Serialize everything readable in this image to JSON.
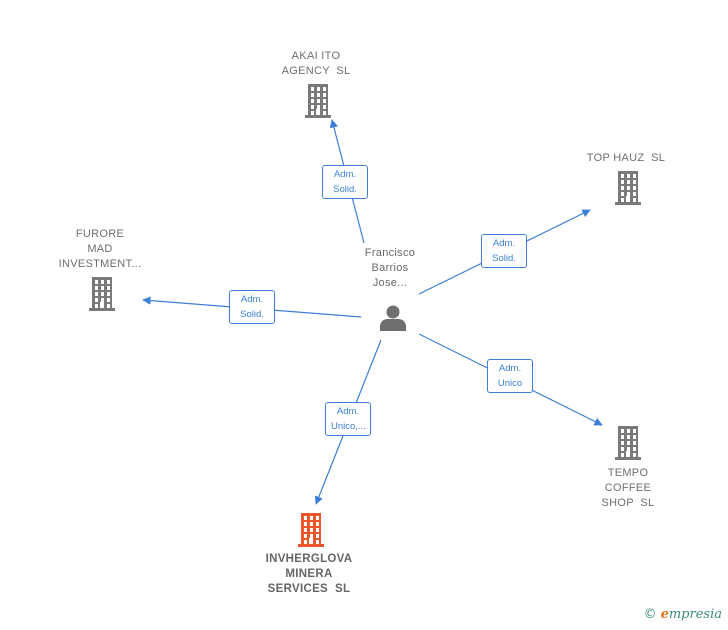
{
  "center": {
    "label_lines": [
      "Francisco",
      "Barrios",
      "Jose..."
    ],
    "icon": "person-icon"
  },
  "nodes": [
    {
      "id": "akai",
      "label_lines": [
        "AKAI ITO",
        "AGENCY  SL"
      ],
      "icon": "building-icon",
      "color": "#7a7a7a"
    },
    {
      "id": "tophauz",
      "label_lines": [
        "TOP HAUZ  SL"
      ],
      "icon": "building-icon",
      "color": "#7a7a7a"
    },
    {
      "id": "furore",
      "label_lines": [
        "FURORE",
        "MAD",
        "INVESTMENT..."
      ],
      "icon": "building-icon",
      "color": "#7a7a7a"
    },
    {
      "id": "tempo",
      "label_lines": [
        "TEMPO",
        "COFFEE",
        "SHOP  SL"
      ],
      "icon": "building-icon",
      "color": "#7a7a7a"
    },
    {
      "id": "invherglova",
      "label_lines": [
        "INVHERGLOVA",
        "MINERA",
        "SERVICES  SL"
      ],
      "icon": "building-icon",
      "color": "#e8562a",
      "highlight": true
    }
  ],
  "edges": [
    {
      "to": "akai",
      "label_lines": [
        "Adm.",
        "Solid."
      ]
    },
    {
      "to": "tophauz",
      "label_lines": [
        "Adm.",
        "Solid."
      ]
    },
    {
      "to": "furore",
      "label_lines": [
        "Adm.",
        "Solid."
      ]
    },
    {
      "to": "tempo",
      "label_lines": [
        "Adm.",
        "Unico"
      ]
    },
    {
      "to": "invherglova",
      "label_lines": [
        "Adm.",
        "Unico,..."
      ]
    }
  ],
  "colors": {
    "edge": "#3d7fd6",
    "node": "#7a7a7a",
    "highlight": "#e8562a",
    "person": "#6f6f6f"
  },
  "footer": {
    "copyright_symbol": "©",
    "brand_initial": "e",
    "brand_rest": "mpresia"
  }
}
